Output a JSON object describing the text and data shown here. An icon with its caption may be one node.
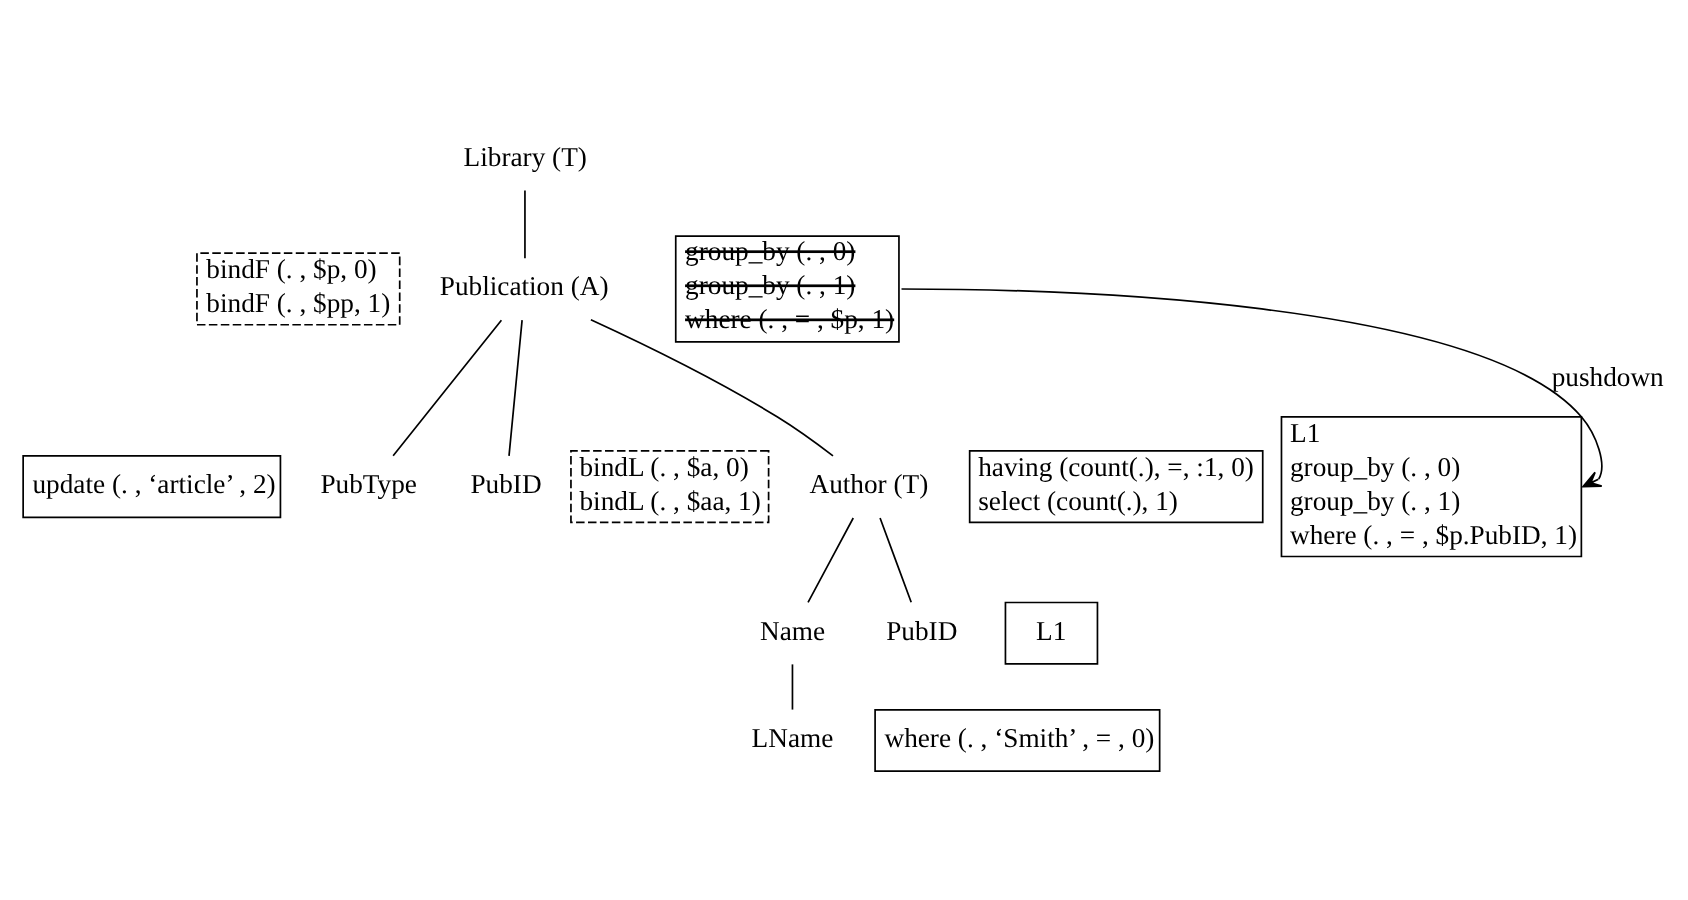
{
  "diagram": {
    "nodes": [
      {
        "text": [
          "Library (T)"
        ]
      },
      {
        "text": [
          "Publication (A)"
        ]
      },
      {
        "text": [
          "PubType"
        ]
      },
      {
        "text": [
          "PubID"
        ]
      },
      {
        "text": [
          "Author (T)"
        ]
      },
      {
        "text": [
          "Name"
        ]
      },
      {
        "text": [
          "PubID"
        ]
      },
      {
        "text": [
          "LName"
        ]
      },
      {
        "text": [
          "bindF (. , $p, 0)",
          "bindF (. , $pp, 1)"
        ]
      },
      {
        "text": [
          "group_by (. , 0)",
          "group_by (. , 1)",
          "where (. , = , $p, 1)"
        ]
      },
      {
        "text": [
          "update (. , ‘article’ , 2)"
        ]
      },
      {
        "text": [
          "L1",
          "group_by (. , 0)",
          "group_by (. , 1)",
          "where (. , = , $p.PubID, 1)"
        ]
      },
      {
        "text": [
          "bindL (. , $a, 0)",
          "bindL (. , $aa, 1)"
        ]
      },
      {
        "text": [
          "having (count(.), =, :1, 0)",
          "select (count(.), 1)"
        ]
      },
      {
        "text": [
          "L1"
        ]
      },
      {
        "text": [
          "where (. , ‘Smith’ , = , 0)"
        ]
      }
    ],
    "edges": [
      {
        "from": 0,
        "to": 1,
        "arrow": "none"
      },
      {
        "from": 1,
        "to": 2,
        "arrow": "none"
      },
      {
        "from": 1,
        "to": 4,
        "arrow": "none"
      },
      {
        "from": 1,
        "to": 3,
        "arrow": "none"
      },
      {
        "from": 4,
        "to": 5,
        "arrow": "none"
      },
      {
        "from": 4,
        "to": 6,
        "arrow": "none"
      },
      {
        "from": 5,
        "to": 7,
        "arrow": "none"
      },
      {
        "from": 9,
        "to": 11,
        "arrow": "to",
        "label": "pushdown"
      }
    ]
  }
}
